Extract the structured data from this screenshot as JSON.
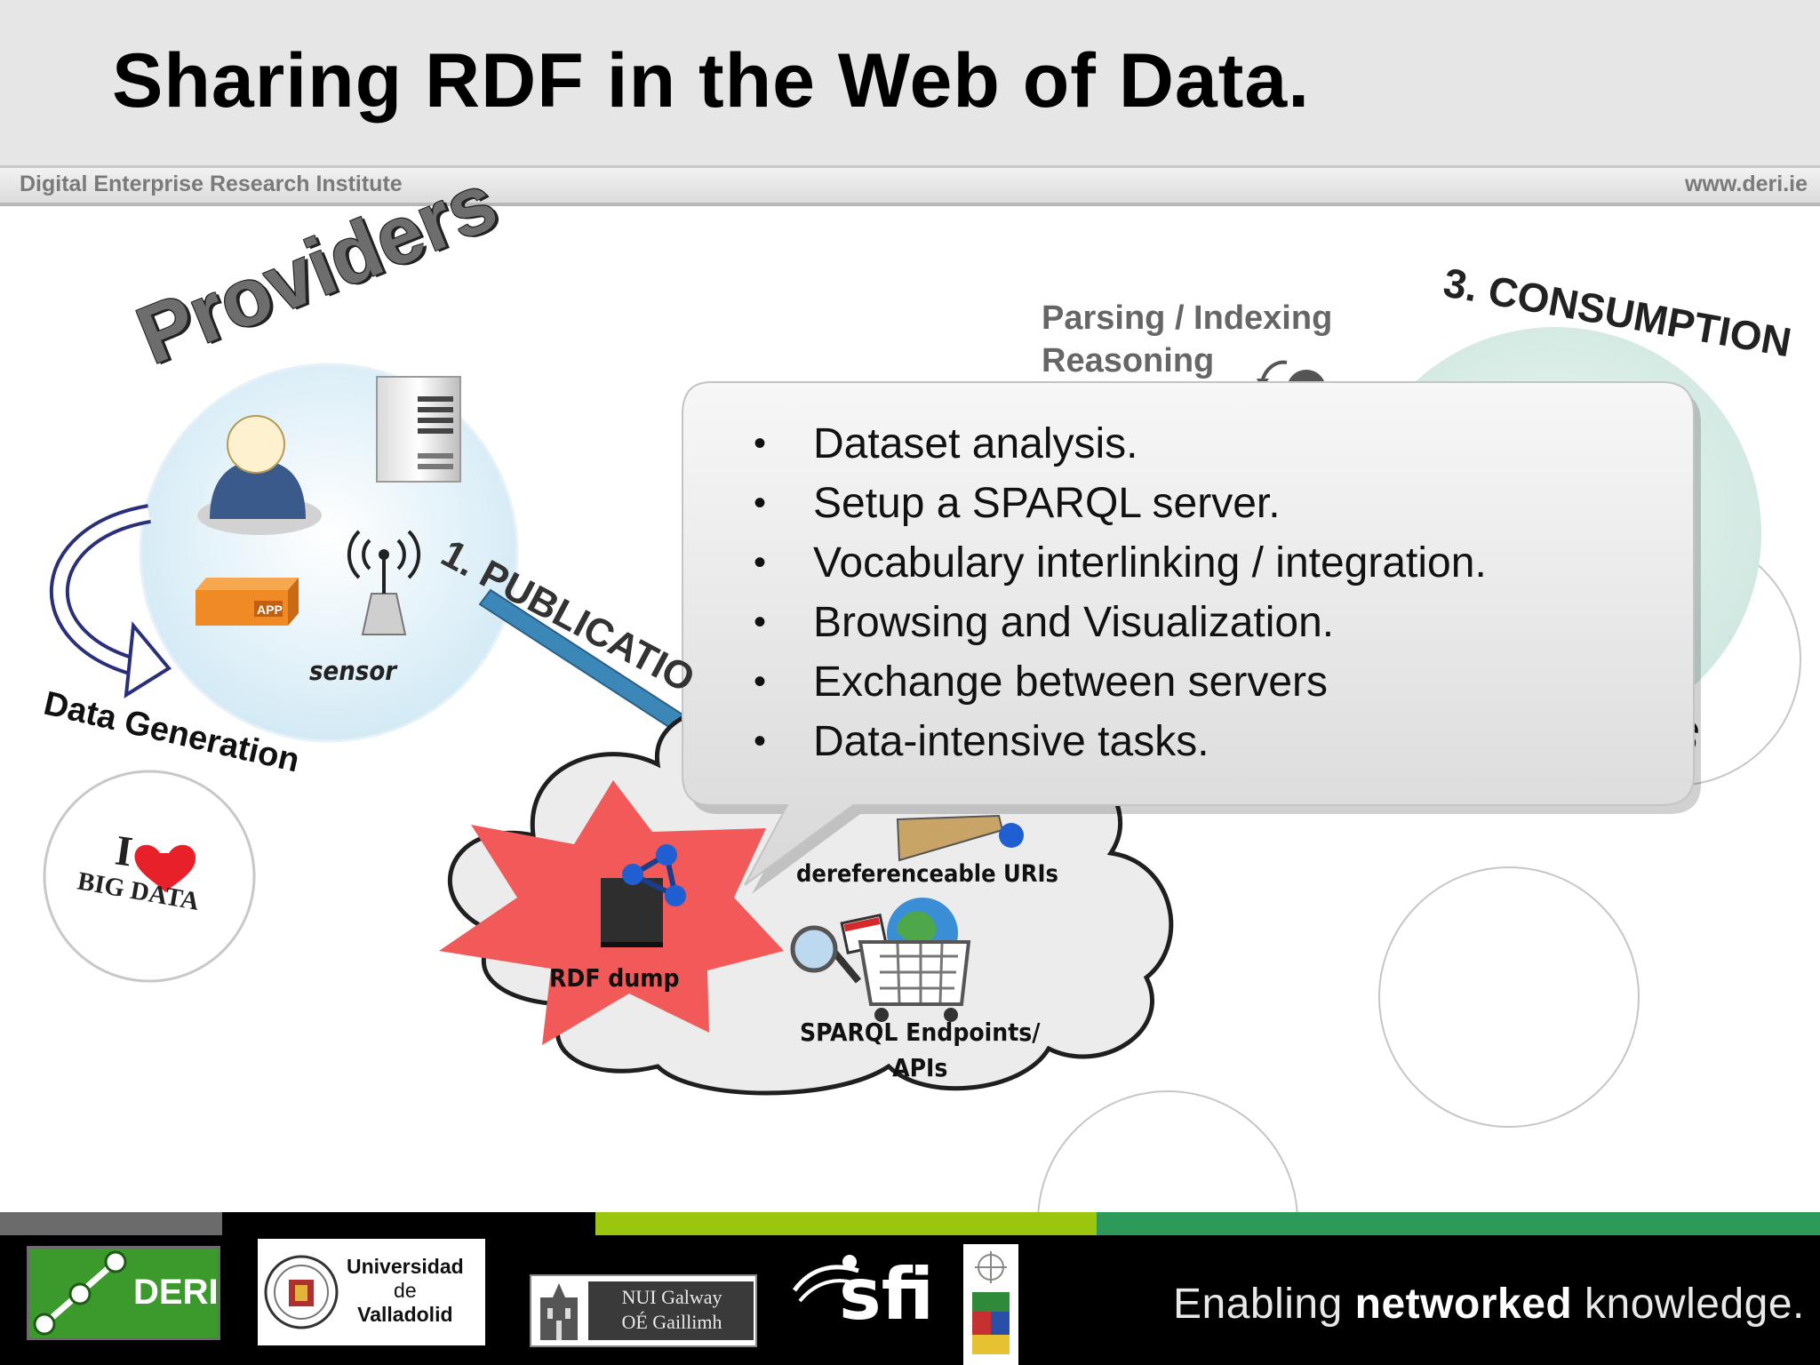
{
  "slide": {
    "title": "Sharing RDF in the Web of Data.",
    "institute": "Digital Enterprise Research Institute",
    "website": "www.deri.ie"
  },
  "diagram": {
    "providers_label": "Providers",
    "data_generation_label": "Data Generation",
    "app_label": "APP",
    "sensor_label": "sensor",
    "publication_label": "1. PUBLICATIO",
    "consumption_label": "3. CONSUMPTION",
    "parsing_line1": "Parsing / Indexing",
    "parsing_line2": "Reasoning",
    "big_data_line1": "I",
    "big_data_line2": "BIG DATA",
    "dereferenceable_label": "dereferenceable URIs",
    "rdf_dump_label": "RDF dump",
    "sparql_line1": "SPARQL Endpoints/",
    "sparql_line2": "APIs",
    "partial_label": "s"
  },
  "callout": {
    "items": [
      "Dataset analysis.",
      "Setup a SPARQL server.",
      "Vocabulary interlinking / integration.",
      "Browsing and Visualization.",
      "Exchange between servers",
      "Data-intensive tasks."
    ]
  },
  "footer": {
    "deri_label": "DERI",
    "uva_line1": "Universidad",
    "uva_line2": "de",
    "uva_line3": "Valladolid",
    "nui_line1": "NUI Galway",
    "nui_line2": "OÉ Gaillimh",
    "sfi_label": "sfi",
    "tagline_pre": "Enabling ",
    "tagline_bold": "networked",
    "tagline_post": " knowledge."
  },
  "colors": {
    "header_bg": "#e6e6e6",
    "provider_circle": "#d8eef7",
    "consumer_circle": "#d7ece6",
    "cloud_fill": "#ececec",
    "rdf_star": "#f25a5a",
    "callout_fill": "#e2e2e2",
    "app_box": "#f08a24",
    "publication_arrow": "#3b88b8",
    "footer_bg": "#000000",
    "bar_gray": "#6b6b6b",
    "bar_lime": "#9bc60d",
    "bar_green": "#2e9a5a"
  }
}
